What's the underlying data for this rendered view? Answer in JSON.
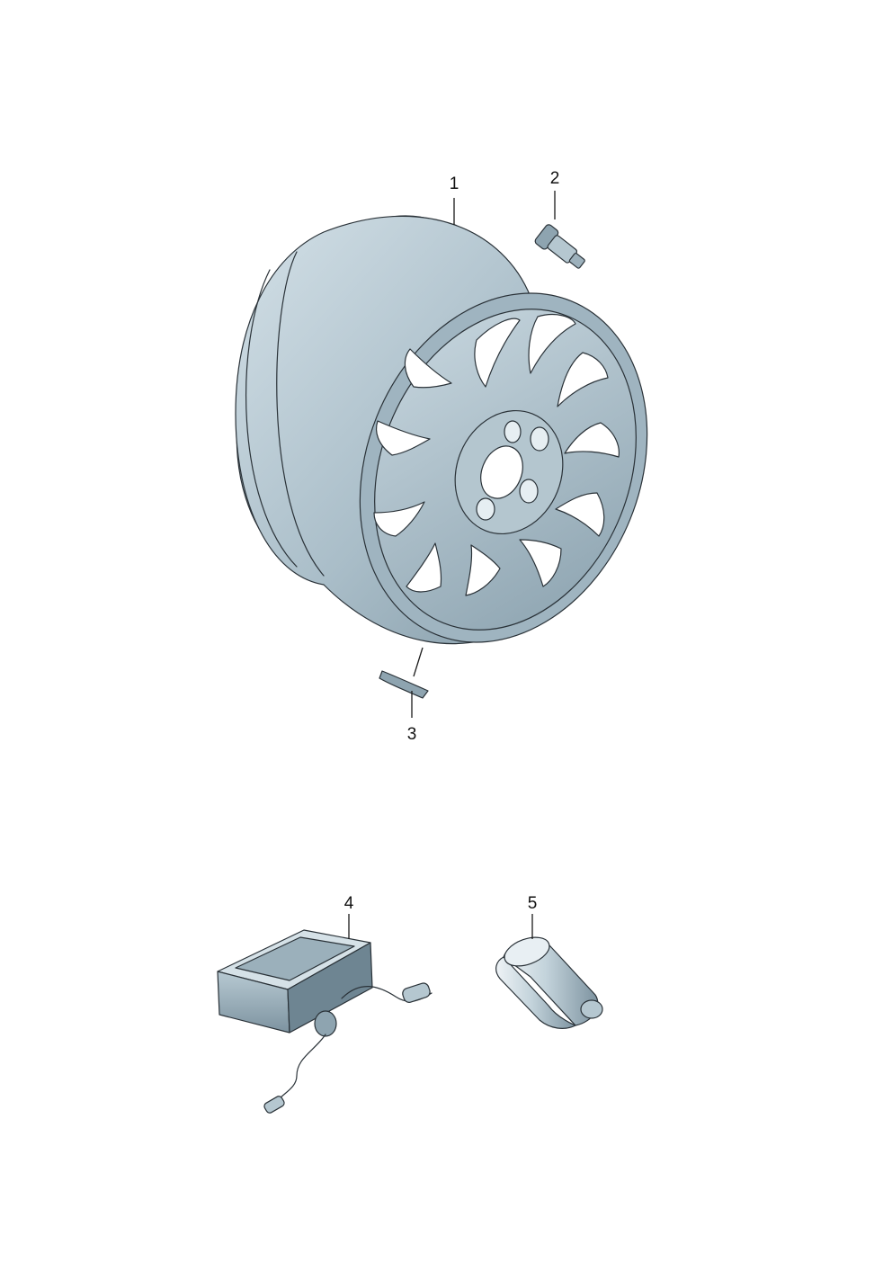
{
  "callouts": {
    "wheel": "1",
    "valve": "2",
    "balance_weight": "3",
    "compressor": "4",
    "sealant_bottle": "5"
  },
  "colors": {
    "metal_light": "#b9ccd6",
    "metal_mid": "#8fa6b3",
    "metal_dark": "#5d7380",
    "outline": "#2a3238",
    "background": "#ffffff"
  },
  "icons": {
    "wheel": "alloy-wheel-icon",
    "valve": "tire-valve-icon",
    "balance_weight": "balance-weight-icon",
    "compressor": "tire-inflator-compressor-icon",
    "sealant_bottle": "tire-sealant-bottle-icon"
  }
}
